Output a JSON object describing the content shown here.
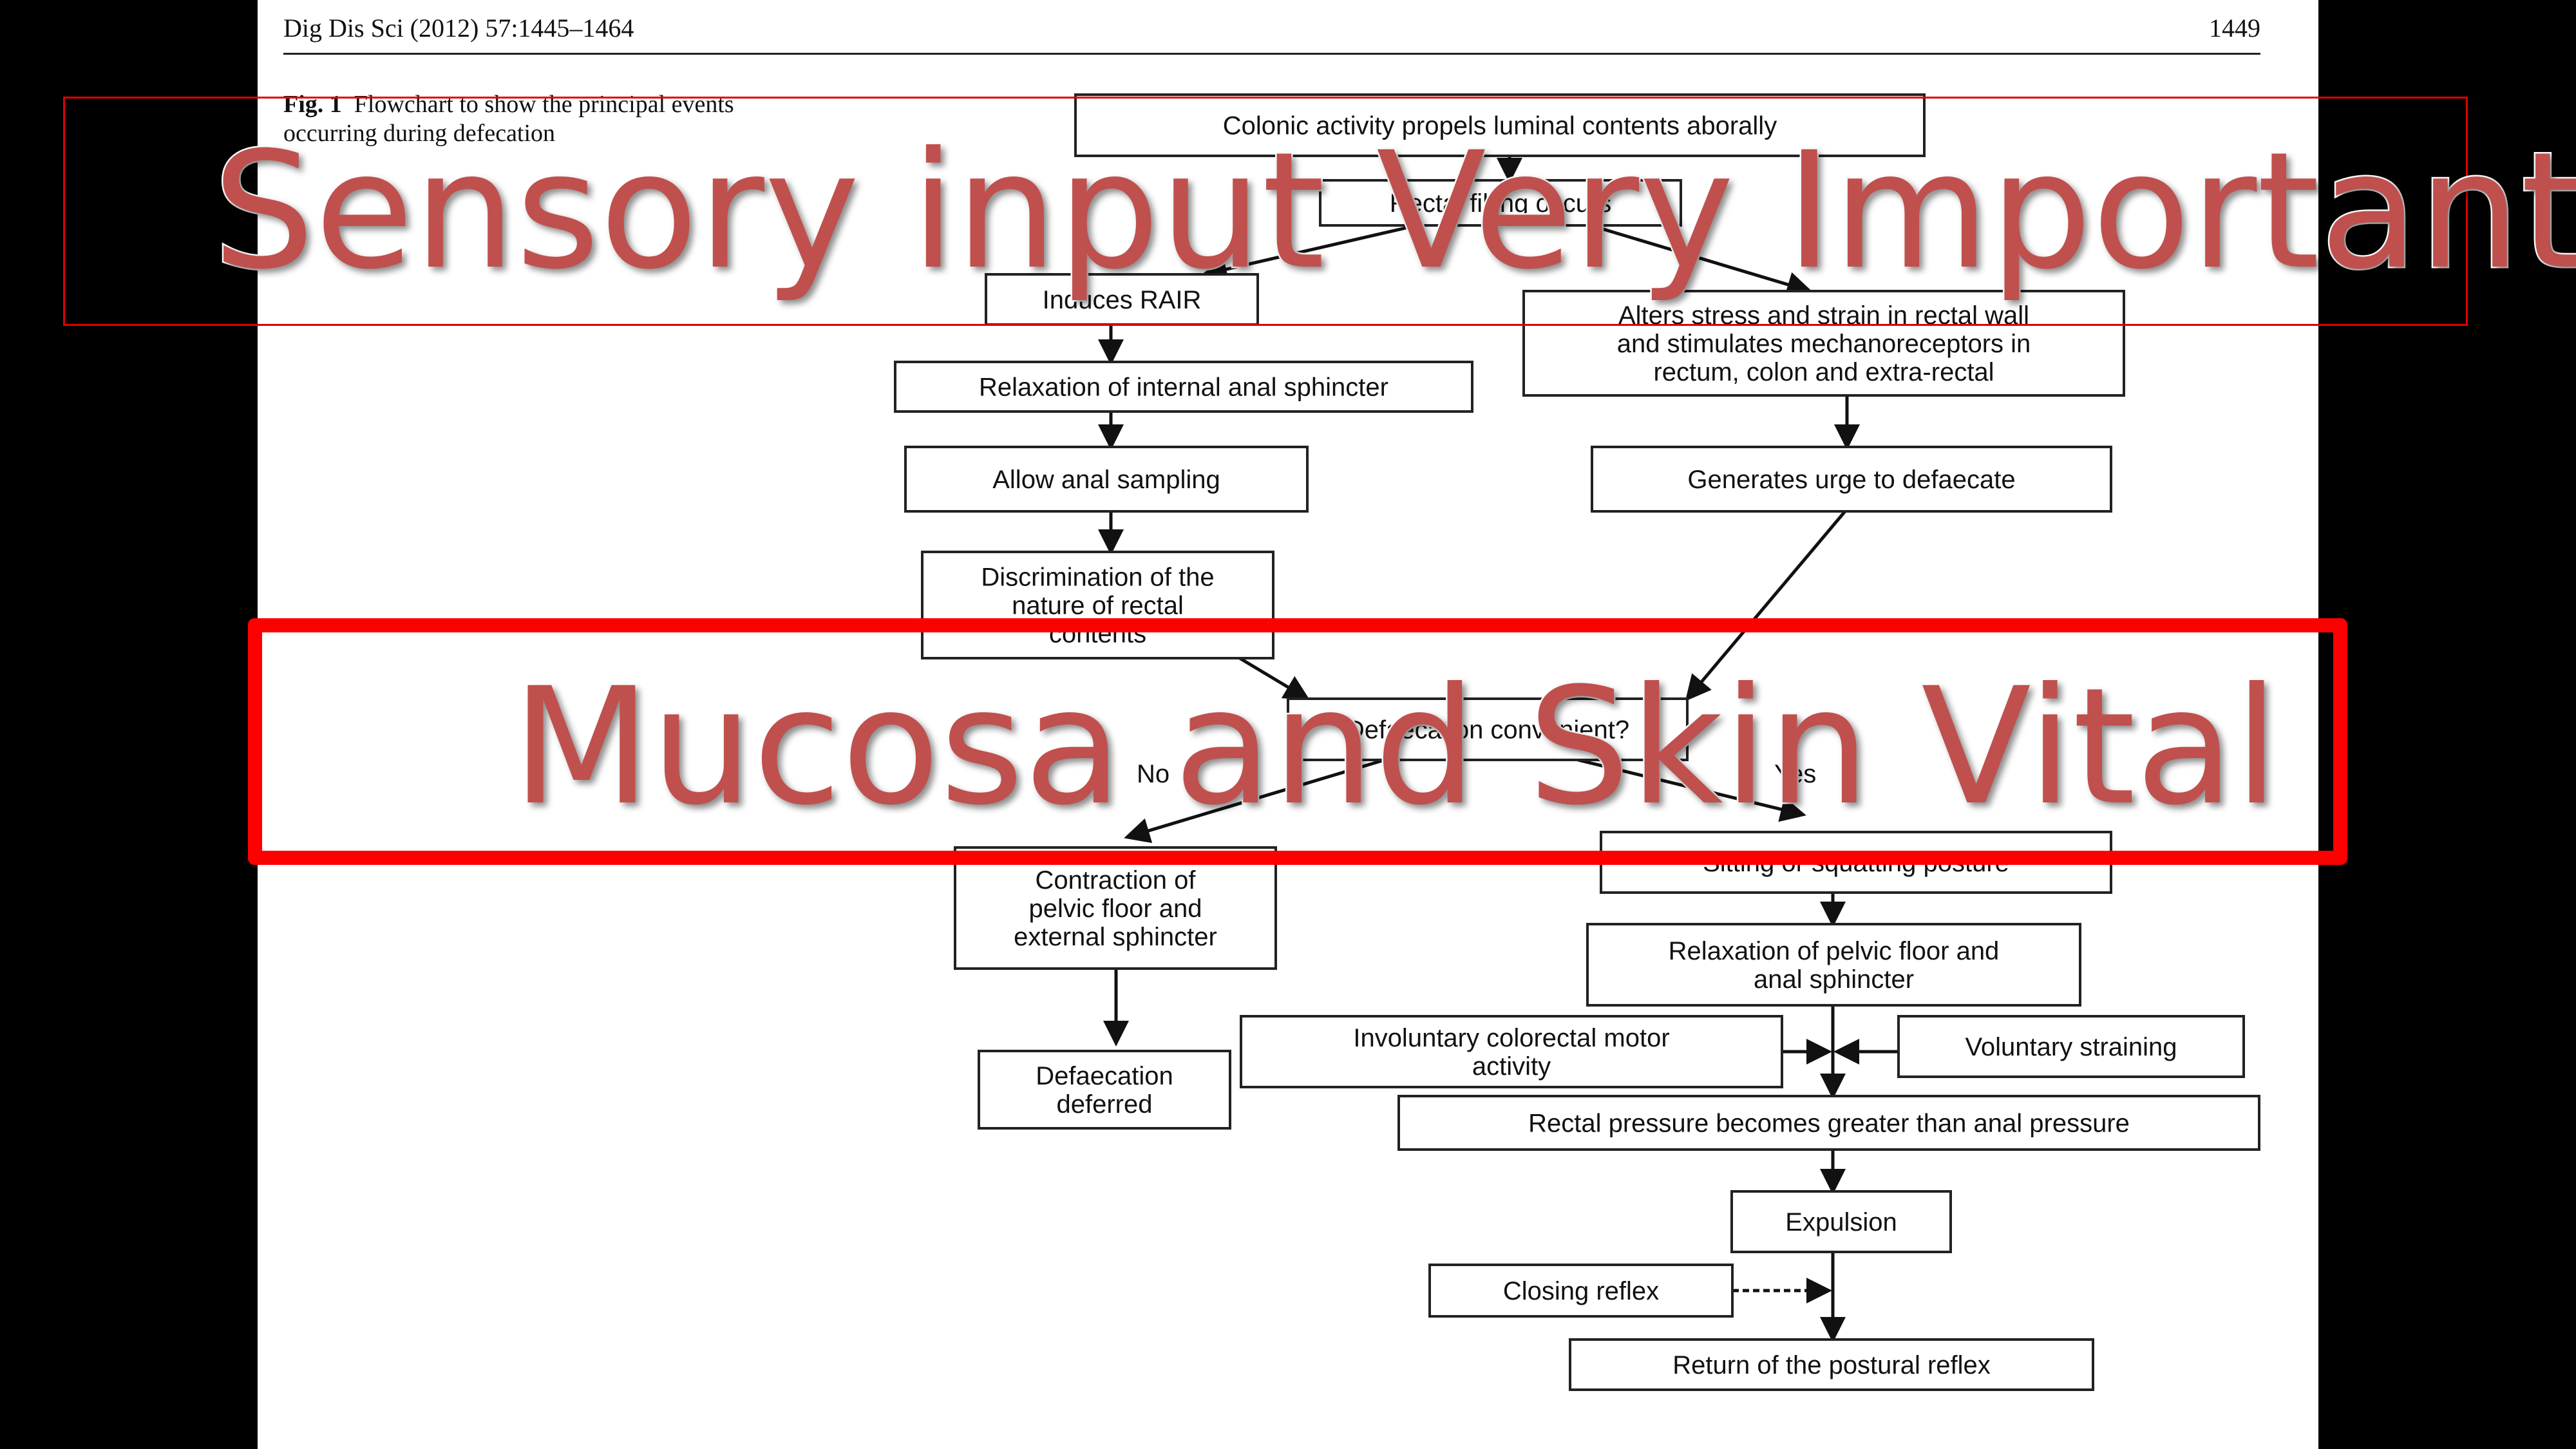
{
  "header": {
    "journal": "Dig Dis Sci (2012) 57:1445–1464",
    "page_number": "1449"
  },
  "caption": {
    "label": "Fig. 1",
    "text": "Flowchart to show the principal events occurring during defecation"
  },
  "flowchart": {
    "nodes": [
      {
        "id": "colonic_activity",
        "lines": [
          "Colonic activity propels luminal contents aborally"
        ]
      },
      {
        "id": "rectal_filling",
        "lines": [
          "Rectal filling occurs"
        ]
      },
      {
        "id": "induces_rair",
        "lines": [
          "Induces RAIR"
        ]
      },
      {
        "id": "alters_stress",
        "lines": [
          "Alters stress and strain in rectal wall",
          "and stimulates mechanoreceptors in",
          "rectum, colon and extra-rectal"
        ]
      },
      {
        "id": "relax_internal",
        "lines": [
          "Relaxation of internal anal sphincter"
        ]
      },
      {
        "id": "anal_sampling",
        "lines": [
          "Allow anal sampling"
        ]
      },
      {
        "id": "urge",
        "lines": [
          "Generates urge to defaecate"
        ]
      },
      {
        "id": "discrimination",
        "lines": [
          "Discrimination of the",
          "nature of rectal",
          "contents"
        ]
      },
      {
        "id": "convenient",
        "lines": [
          "Defaecation convenient?"
        ]
      },
      {
        "id": "contraction",
        "lines": [
          "Contraction of",
          "pelvic floor and",
          "external sphincter"
        ]
      },
      {
        "id": "sitting",
        "lines": [
          "Sitting or squatting posture"
        ]
      },
      {
        "id": "relax_pelvic",
        "lines": [
          "Relaxation of pelvic floor and",
          "anal sphincter"
        ]
      },
      {
        "id": "deferred",
        "lines": [
          "Defaecation",
          "deferred"
        ]
      },
      {
        "id": "involuntary",
        "lines": [
          "Involuntary colorectal motor",
          "activity"
        ]
      },
      {
        "id": "voluntary",
        "lines": [
          "Voluntary straining"
        ]
      },
      {
        "id": "rectal_pressure",
        "lines": [
          "Rectal pressure becomes greater than anal pressure"
        ]
      },
      {
        "id": "expulsion",
        "lines": [
          "Expulsion"
        ]
      },
      {
        "id": "closing",
        "lines": [
          "Closing reflex"
        ]
      },
      {
        "id": "postural",
        "lines": [
          "Return of the postural reflex"
        ]
      }
    ],
    "decision_labels": {
      "no": "No",
      "yes": "Yes"
    }
  },
  "overlays": {
    "banner_top": "Sensory input Very Important",
    "banner_middle": "Mucosa and Skin Vital"
  },
  "colors": {
    "overlay_text": "#c0504d",
    "banner_border": "#ff0000",
    "background": "#000000"
  }
}
